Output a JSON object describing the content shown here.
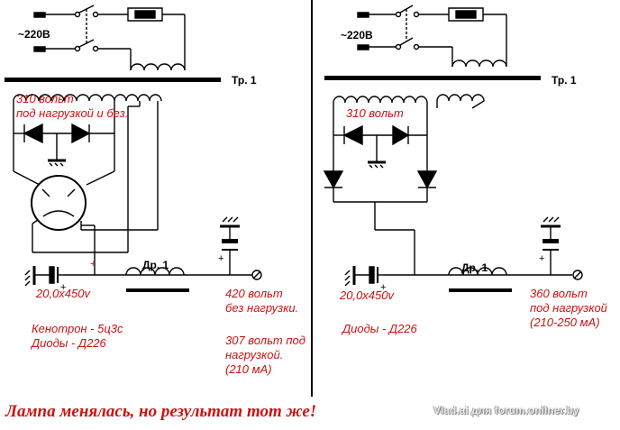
{
  "left": {
    "mains_voltage": "~220В",
    "transformer_label": "Тр. 1",
    "winding_note": [
      "310 вольт",
      "под нагрузкой и без."
    ],
    "choke_label": "Др. 1",
    "input_cap": "20,0х450v",
    "output_no_load": [
      "420 вольт",
      "без нагрузки."
    ],
    "output_load": [
      "307 вольт под",
      "нагрузкой.",
      "(210 мА)"
    ],
    "components": [
      "Кенотрон - 5ц3с",
      "Диоды - Д226"
    ]
  },
  "right": {
    "mains_voltage": "~220В",
    "transformer_label": "Тр. 1",
    "winding_note": "310 вольт",
    "choke_label": "Др. 1",
    "input_cap": "20,0х450v",
    "output": [
      "360 вольт",
      "под нагрузкой",
      "(210-250 мА)"
    ],
    "components": "Диоды - Д226"
  },
  "caption": "Лампа менялась, но результат тот же!",
  "watermark": "Vlad.ai для forum.onliner.by",
  "colors": {
    "annotation": "#cc1111",
    "line": "#000000",
    "background": "#ffffff"
  }
}
